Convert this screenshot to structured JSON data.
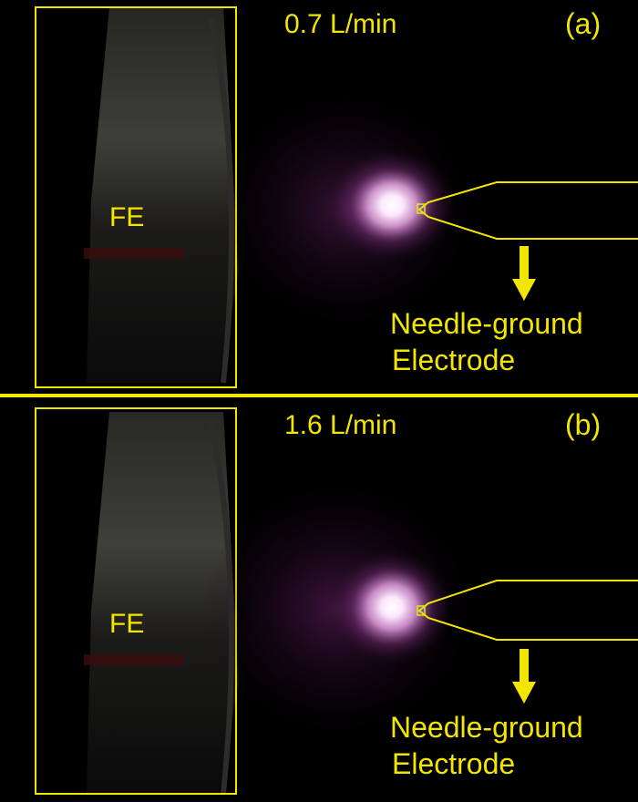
{
  "panels": [
    {
      "tag": "(a)",
      "flow_rate": "0.7 L/min",
      "fe_label": "FE",
      "electrode_label_line1": "Needle-ground",
      "electrode_label_line2": "Electrode"
    },
    {
      "tag": "(b)",
      "flow_rate": "1.6 L/min",
      "fe_label": "FE",
      "electrode_label_line1": "Needle-ground",
      "electrode_label_line2": "Electrode"
    }
  ],
  "colors": {
    "annotation": "#f2e600",
    "background": "#000000",
    "plasma_core": "#ffffff",
    "plasma_glow": "#d56ad2"
  },
  "icons": [
    "arrow-down-icon"
  ]
}
